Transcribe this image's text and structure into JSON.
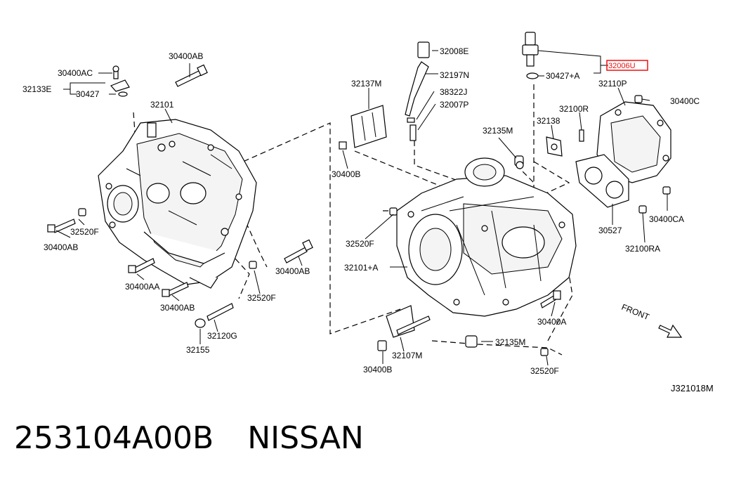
{
  "labels": {
    "l30400AB_top": "30400AB",
    "l30400AC": "30400AC",
    "l32133E": "32133E",
    "l30427": "30427",
    "l32101": "32101",
    "l32520F_left": "32520F",
    "l30400AB_left": "30400AB",
    "l30400AA": "30400AA",
    "l30400AB_bot": "30400AB",
    "l32120G": "32120G",
    "l32155": "32155",
    "l30400AB_mid": "30400AB",
    "l32520F_mid": "32520F",
    "l32137M": "32137M",
    "l30400B_left": "30400B",
    "l32520F_c": "32520F",
    "l32101A": "32101+A",
    "l32008E": "32008E",
    "l32197N": "32197N",
    "l38322J": "38322J",
    "l32007P": "32007P",
    "l32135M_top": "32135M",
    "l32107M": "32107M",
    "l30400B_bot": "30400B",
    "l32135M_bot": "32135M",
    "l32520F_br": "32520F",
    "l30400A": "30400A",
    "l32006U": "32006U",
    "l30427A": "30427+A",
    "l32110P": "32110P",
    "l30400C": "30400C",
    "l32100R": "32100R",
    "l32138": "32138",
    "l30527": "30527",
    "l30400CA": "30400CA",
    "l32100RA": "32100RA",
    "front": "FRONT",
    "code": "J321018M"
  },
  "footer": {
    "part_number": "253104A00B",
    "brand": "NISSAN"
  },
  "colors": {
    "highlight": "#e11111"
  }
}
